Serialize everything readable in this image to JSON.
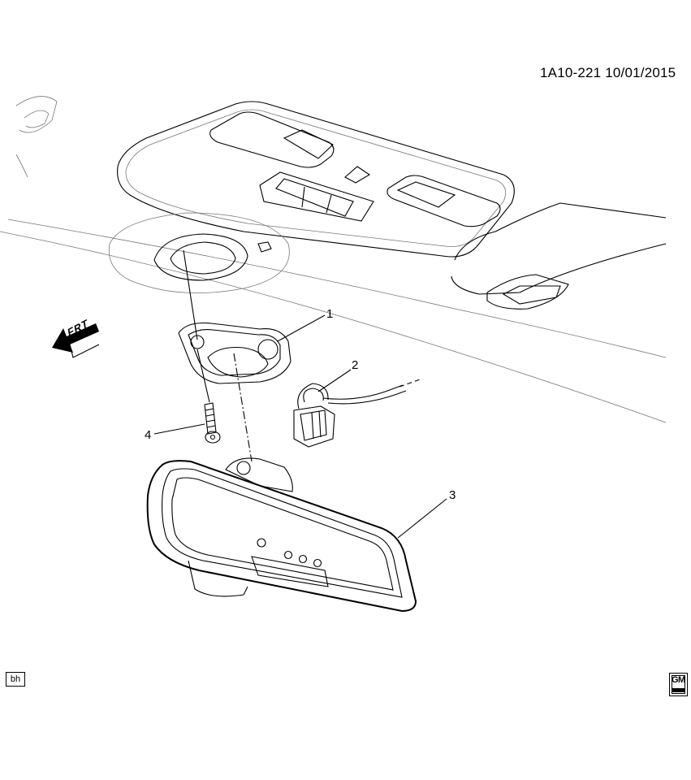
{
  "header": {
    "diagram_code": "1A10-221 10/01/2015"
  },
  "callouts": [
    {
      "number": "1",
      "part": "mirror-bracket"
    },
    {
      "number": "2",
      "part": "wiring-connector"
    },
    {
      "number": "3",
      "part": "inside-rearview-mirror"
    },
    {
      "number": "4",
      "part": "screw"
    }
  ],
  "direction_indicator": {
    "label": "FRT"
  },
  "footer": {
    "box_label": "bh",
    "logo": "GM"
  },
  "icons": [
    "front-direction-arrow-icon",
    "gm-logo-icon"
  ]
}
